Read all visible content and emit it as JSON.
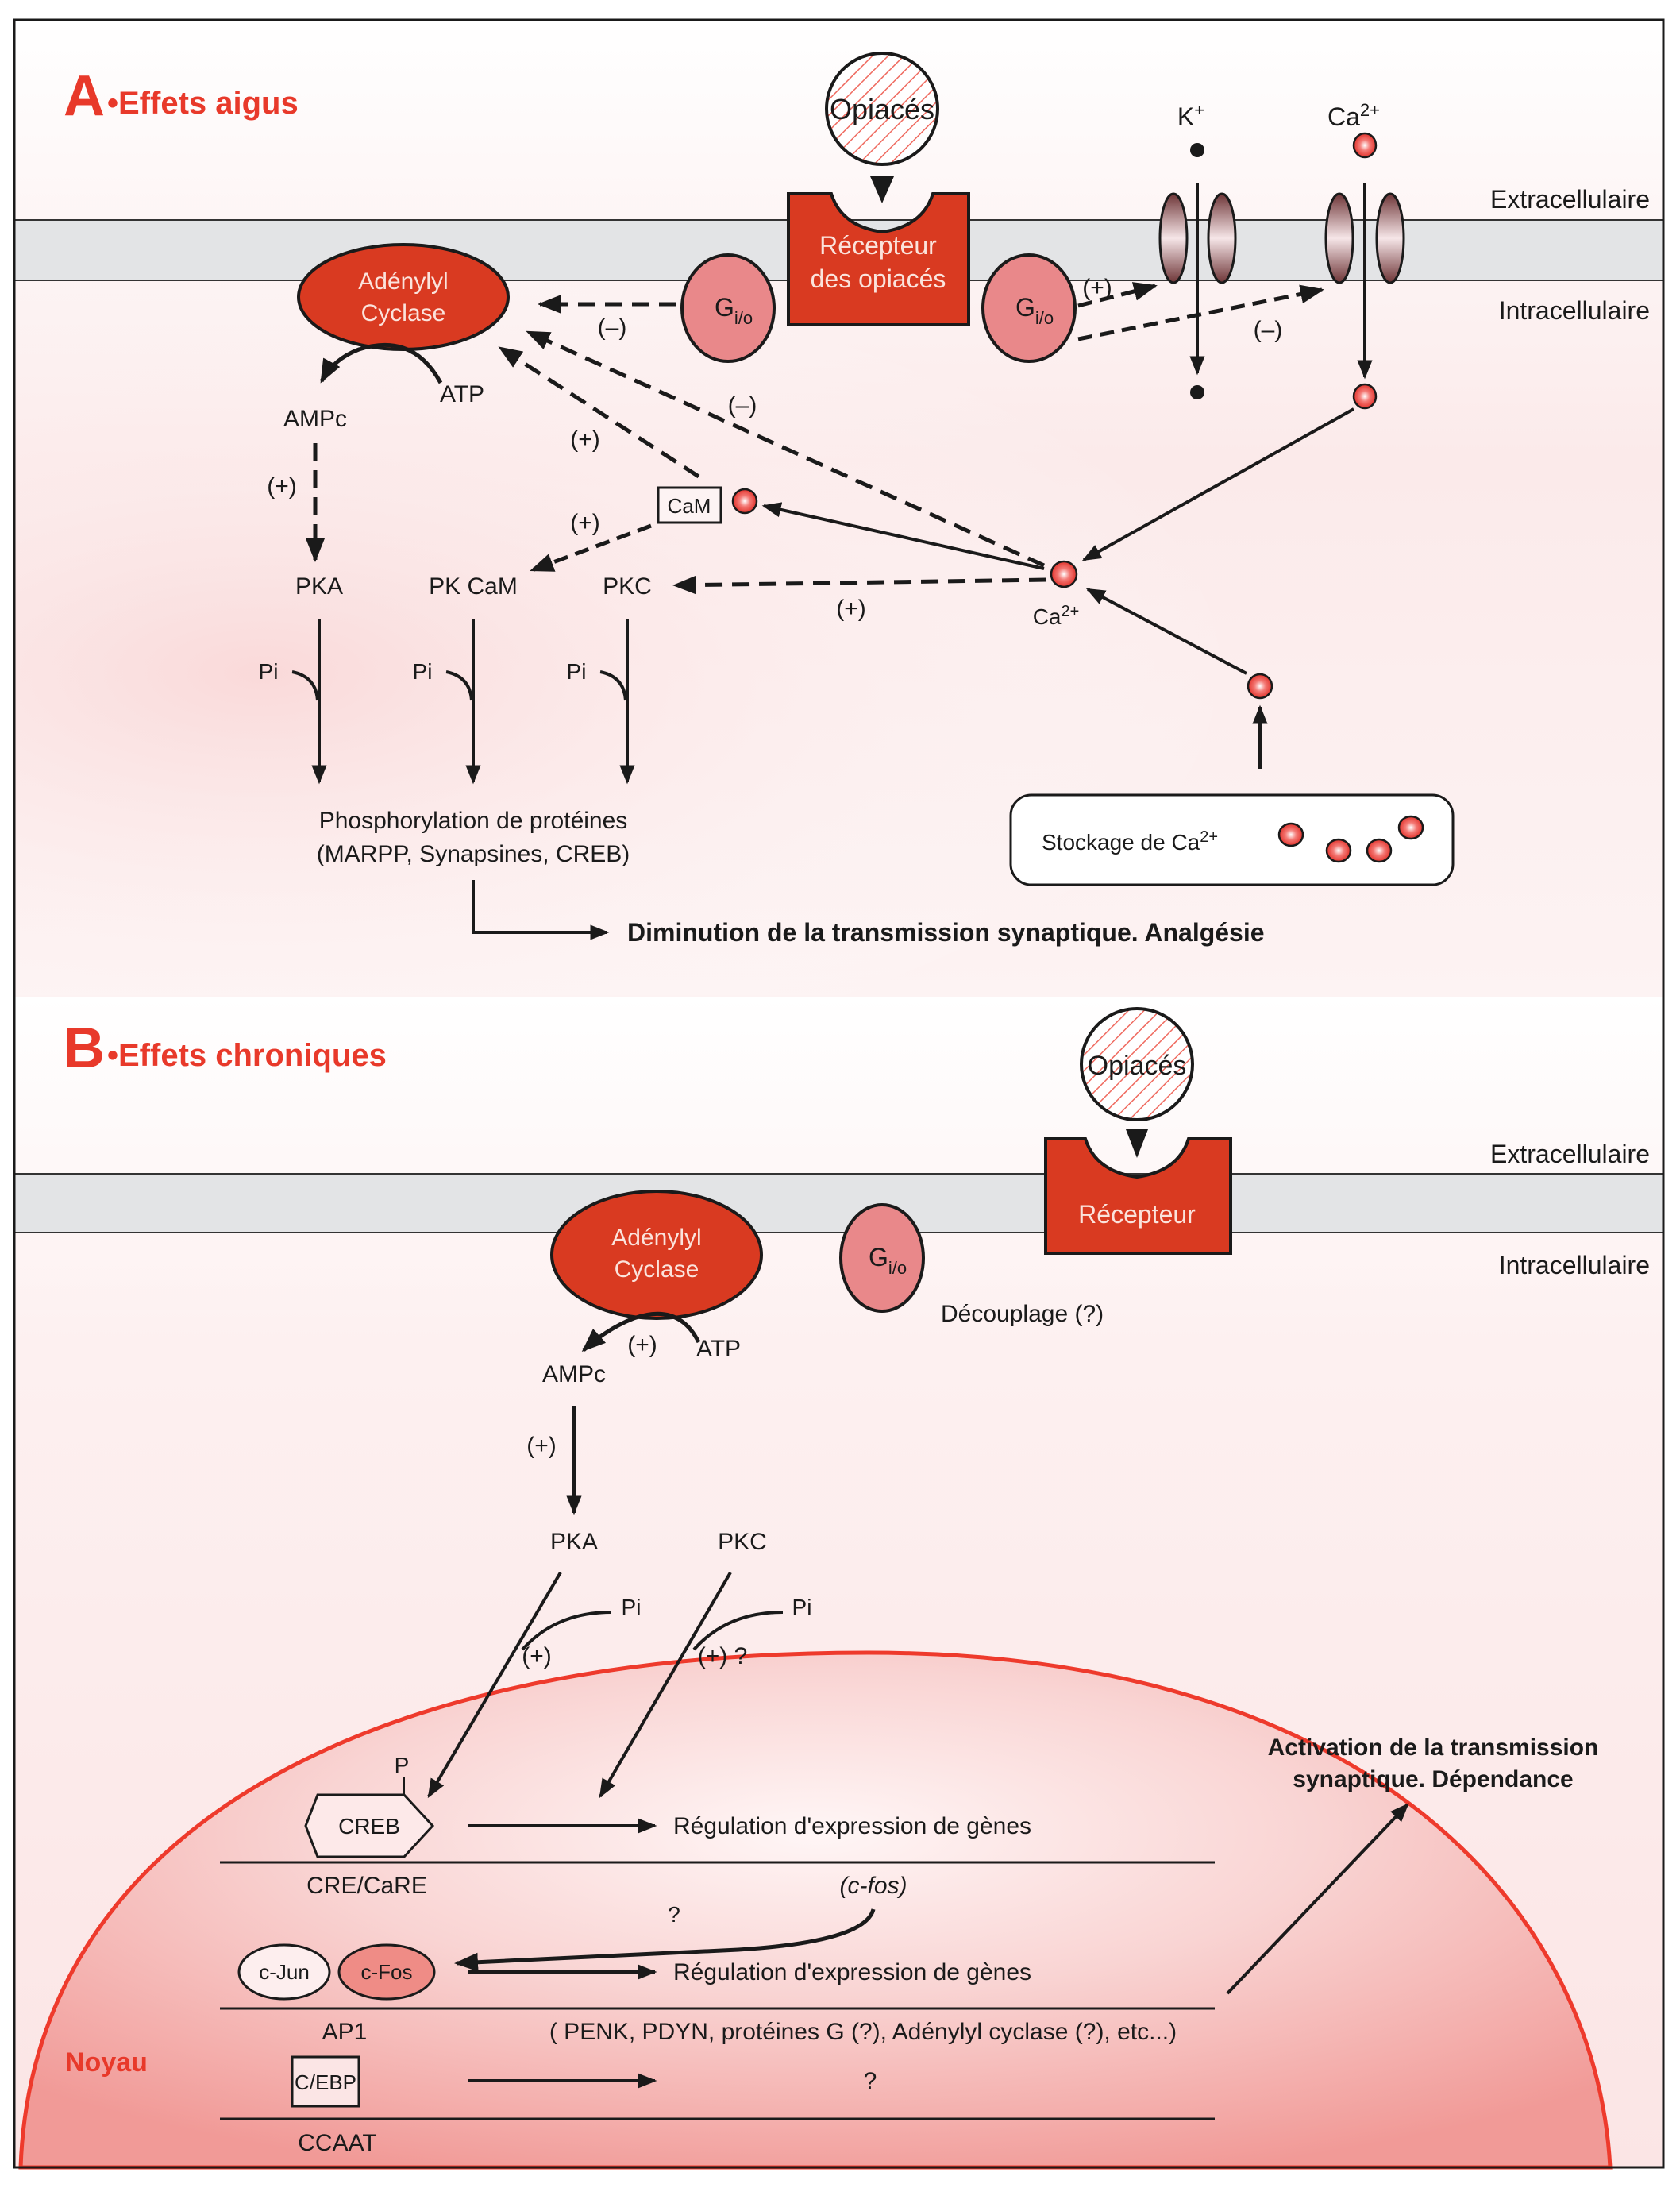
{
  "colors": {
    "accent_red": "#e8392a",
    "receptor_red": "#d93a21",
    "g_protein_pink": "#e9888a",
    "membrane_gray": "#e3e4e6",
    "nucleus_pink": "#f3a7a4",
    "text": "#1a1a1a"
  },
  "section_a": {
    "letter": "A",
    "title": "•Effets aigus",
    "opiates": "Opiacés",
    "receptor_line1": "Récepteur",
    "receptor_line2": "des opiacés",
    "adenylyl_line1": "Adénylyl",
    "adenylyl_line2": "Cyclase",
    "g_protein": "G",
    "g_protein_sub": "i/o",
    "k_ion": "K",
    "k_sup": "+",
    "ca_ion": "Ca",
    "ca_sup": "2+",
    "extracellular": "Extracellulaire",
    "intracellular": "Intracellulaire",
    "ampc": "AMPc",
    "atp": "ATP",
    "pka": "PKA",
    "pkcam": "PK CaM",
    "pkc": "PKC",
    "cam": "CaM",
    "pi": "Pi",
    "plus": "(+)",
    "minus": "(–)",
    "storage": "Stockage de Ca",
    "storage_sup": "2+",
    "phospho_line1": "Phosphorylation de protéines",
    "phospho_line2": "(MARPP, Synapsines, CREB)",
    "outcome": "Diminution de la transmission synaptique. Analgésie"
  },
  "section_b": {
    "letter": "B",
    "title": "•Effets chroniques",
    "opiates": "Opiacés",
    "receptor": "Récepteur",
    "adenylyl_line1": "Adénylyl",
    "adenylyl_line2": "Cyclase",
    "g_protein": "G",
    "g_protein_sub": "i/o",
    "uncoupling": "Découplage (?)",
    "extracellular": "Extracellulaire",
    "intracellular": "Intracellulaire",
    "ampc": "AMPc",
    "atp": "ATP",
    "plus": "(+)",
    "plus_q": "(+) ?",
    "pka": "PKA",
    "pkc": "PKC",
    "pi": "Pi",
    "p": "P",
    "creb": "CREB",
    "cre_care": "CRE/CaRE",
    "gene_reg": "Régulation d'expression de gènes",
    "cfos_gene": "(c-fos)",
    "question": "?",
    "cjun": "c-Jun",
    "cfos": "c-Fos",
    "ap1": "AP1",
    "targets": "( PENK, PDYN, protéines G (?), Adénylyl cyclase (?), etc...)",
    "cebp": "C/EBP",
    "ccaat": "CCAAT",
    "nucleus": "Noyau",
    "outcome_line1": "Activation de la transmission",
    "outcome_line2": "synaptique. Dépendance"
  }
}
